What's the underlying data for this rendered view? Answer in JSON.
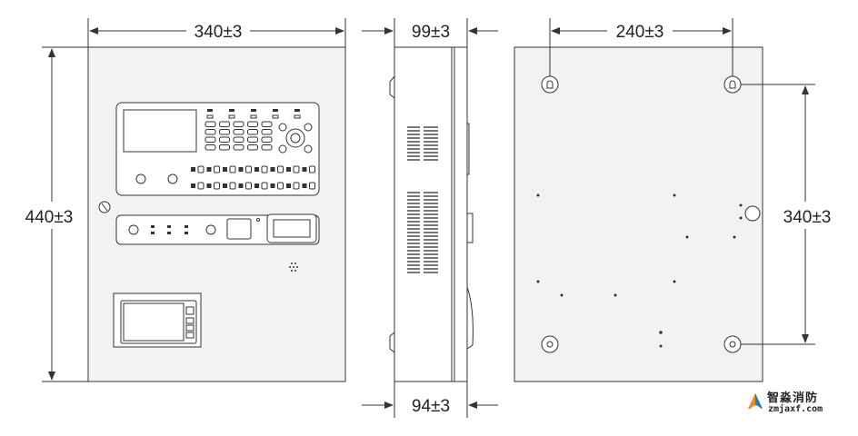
{
  "front_view": {
    "width_label": "340±3",
    "height_label": "440±3"
  },
  "side_view": {
    "top_depth_label": "99±3",
    "bottom_depth_label": "94±3"
  },
  "back_view": {
    "hole_spacing_horizontal_label": "240±3",
    "hole_spacing_vertical_label": "340±3"
  },
  "watermark": {
    "brand_name": "智淼消防",
    "url": "zmjaxf.com",
    "colors": {
      "logo_orange": "#f08a1c",
      "logo_blue": "#1a7fc9"
    }
  },
  "colors": {
    "line": "#333333",
    "panel_fill": "#f2f2f2",
    "device_fill": "#ffffff"
  }
}
